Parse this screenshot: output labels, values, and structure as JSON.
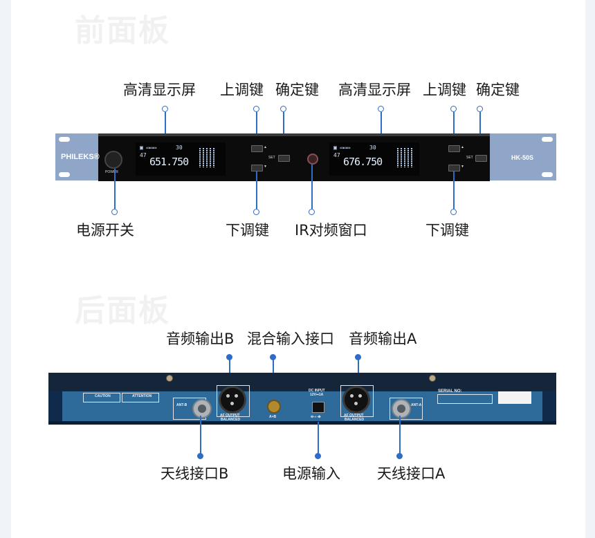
{
  "front": {
    "section_title": "前面板",
    "labels": {
      "display_1": "高清显示屏",
      "up_key_1": "上调键",
      "confirm_key_1": "确定键",
      "display_2": "高清显示屏",
      "up_key_2": "上调键",
      "confirm_key_2": "确定键",
      "power_switch": "电源开关",
      "down_key_1": "下调键",
      "ir_window": "IR对频窗口",
      "down_key_2": "下调键"
    },
    "device": {
      "brand": "PHILEKS®",
      "model": "HK-50S",
      "power_label": "POWER",
      "set_label": "SET",
      "freq_a": "651.750",
      "freq_b": "676.750",
      "channel": "30"
    }
  },
  "rear": {
    "section_title": "后面板",
    "labels": {
      "audio_out_b": "音频输出B",
      "mix_input": "混合输入接口",
      "audio_out_a": "音频输出A",
      "antenna_b": "天线接口B",
      "power_input": "电源输入",
      "antenna_a": "天线接口A"
    },
    "device": {
      "ant_b": "ANT-B",
      "ant_a": "ANT-A",
      "af_output": "AF OUTPUT",
      "balanced": "BALANCED",
      "mix": "A+B",
      "dc_input": "DC INPUT",
      "dc_spec": "12V⎓1A",
      "serial": "SERIAL NO:",
      "caution": "CAUTION",
      "attention": "ATTENTION"
    }
  },
  "colors": {
    "accent_line": "#2d6cc7",
    "rack_ear": "#8fa6c9",
    "rear_panel": "#2e6b9a"
  }
}
